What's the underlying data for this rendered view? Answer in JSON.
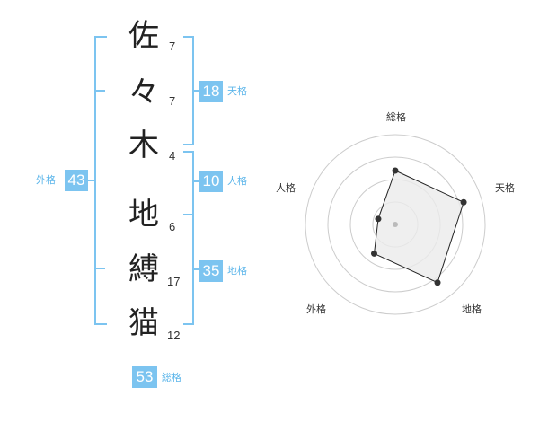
{
  "name_chars": [
    {
      "char": "佐",
      "strokes": "7"
    },
    {
      "char": "々",
      "strokes": "7"
    },
    {
      "char": "木",
      "strokes": "4"
    },
    {
      "char": "地",
      "strokes": "6"
    },
    {
      "char": "縛",
      "strokes": "17"
    },
    {
      "char": "猫",
      "strokes": "12"
    }
  ],
  "fortunes": {
    "tenkaku": {
      "value": "18",
      "label": "天格"
    },
    "jinkaku": {
      "value": "10",
      "label": "人格"
    },
    "chikaku": {
      "value": "35",
      "label": "地格"
    },
    "gaikaku": {
      "value": "43",
      "label": "外格"
    },
    "soukaku": {
      "value": "53",
      "label": "総格"
    }
  },
  "chart_data": {
    "type": "radar",
    "axes": [
      "総格",
      "天格",
      "地格",
      "外格",
      "人格"
    ],
    "values": [
      3,
      4,
      4,
      2,
      1
    ],
    "max": 5,
    "grid": true,
    "rings": 4,
    "colors": {
      "fill": "#ebebeb",
      "stroke": "#222222",
      "ring": "#cccccc",
      "point": "#333333"
    }
  }
}
